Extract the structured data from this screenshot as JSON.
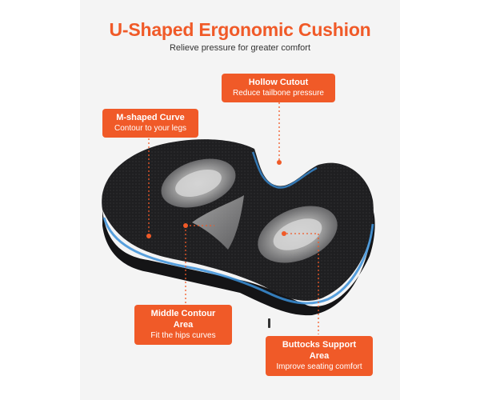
{
  "header": {
    "title": "U-Shaped Ergonomic Cushion",
    "subtitle": "Relieve pressure for greater comfort"
  },
  "callouts": {
    "hollow_cutout": {
      "title": "Hollow Cutout",
      "subtitle": "Reduce tailbone pressure"
    },
    "m_shaped_curve": {
      "title": "M-shaped Curve",
      "subtitle": "Contour to your legs"
    },
    "middle_contour": {
      "title": "Middle Contour Area",
      "subtitle": "Fit the hips curves"
    },
    "buttocks_support": {
      "title": "Buttocks Support Area",
      "subtitle": "Improve seating comfort"
    }
  },
  "colors": {
    "accent": "#f05a28",
    "cushion": "#1c1c1e",
    "edge_glow": "#3a8fd8",
    "panel": "#f4f4f4"
  },
  "icons": [
    "cushion-illustration"
  ]
}
